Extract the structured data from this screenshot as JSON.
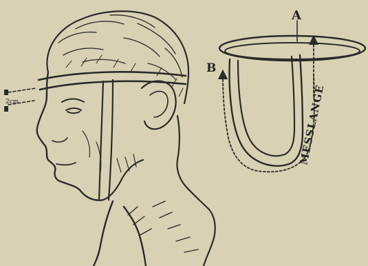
{
  "labels": {
    "point_a": "A",
    "point_b": "B",
    "distance": "2cm",
    "measure": "MESSLANGE"
  },
  "colors": {
    "paper": "#d9d2b4",
    "ink": "#2a2a2a"
  }
}
